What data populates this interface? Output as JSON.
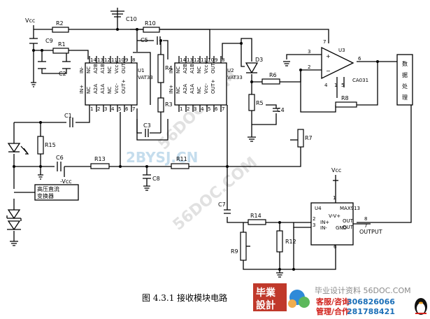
{
  "caption": "图 4.3.1  接收模块电路",
  "watermarks": [
    "56DOC.COM",
    "2BYSJ.CN",
    "56DOC.COM"
  ],
  "labels": {
    "vcc": "Vcc",
    "r2": "R2",
    "c9": "C9",
    "r1": "R1",
    "c2": "C2",
    "c10": "C10",
    "r10": "R10",
    "c5": "C5",
    "r4": "R4",
    "r3": "R3",
    "c3": "C3",
    "c1": "C1",
    "r15": "R15",
    "c6": "C6",
    "minus_vcc": "-Vcc",
    "r13": "R13",
    "r11": "R11",
    "c8": "C8",
    "d3": "D3",
    "r6": "R6",
    "r5": "R5",
    "c4": "C4",
    "r8": "R8",
    "r7": "R7",
    "c7": "C7",
    "r14": "R14",
    "r9": "R9",
    "r12": "R12",
    "output": "OUTPUT",
    "converter_line1": "高压直流",
    "converter_line2": "变换器"
  },
  "chips": {
    "u1": {
      "name": "U1",
      "part": "VAT33",
      "top_pins": [
        "14",
        "13",
        "12",
        "11",
        "10",
        "9",
        "8"
      ],
      "bottom_pins": [
        "1",
        "2",
        "3",
        "4",
        "5",
        "6",
        "7"
      ],
      "inner_labels": [
        "IN-",
        "NC",
        "A2B",
        "A1B",
        "NC",
        "Vcc+",
        "OUT-",
        "IN+",
        "NC",
        "A2A",
        "A1A",
        "NC",
        "Vcc-",
        "OUT+"
      ]
    },
    "u2": {
      "name": "U2",
      "part": "VAT33",
      "top_pins": [
        "14",
        "13",
        "12",
        "11",
        "10",
        "9",
        "8"
      ],
      "bottom_pins": [
        "1",
        "2",
        "3",
        "4",
        "5",
        "6",
        "7"
      ],
      "inner_labels": [
        "IN-",
        "NC",
        "A2B",
        "A1B",
        "NC",
        "Vcc+",
        "OUT-",
        "IN+",
        "NC",
        "A2A",
        "A1A",
        "NC",
        "Vcc-",
        "OUT+"
      ]
    },
    "u3": {
      "name": "U3",
      "part": "CA031",
      "plus": "+",
      "minus": "−",
      "pins": [
        "3",
        "2",
        "7",
        "6",
        "4",
        "1",
        "5"
      ]
    },
    "u4": {
      "name": "U4",
      "part": "MAX913",
      "vpins": "V-V+",
      "in_plus": "IN+",
      "in_minus": "IN-",
      "gnd": "GND",
      "out": "OUT",
      "out_bar": "OUT",
      "pins": [
        "2",
        "3",
        "1",
        "8",
        "7",
        "6"
      ]
    }
  },
  "processor": {
    "label": "数据处理"
  },
  "footer": {
    "logo_line1": "毕業",
    "logo_line2": "設計",
    "site_name": "毕业设计资料 56DOC.COM",
    "service_label": "客服/咨询",
    "service_qq": "306826066",
    "manage_label": "管理/合作",
    "manage_qq": "281788421"
  }
}
